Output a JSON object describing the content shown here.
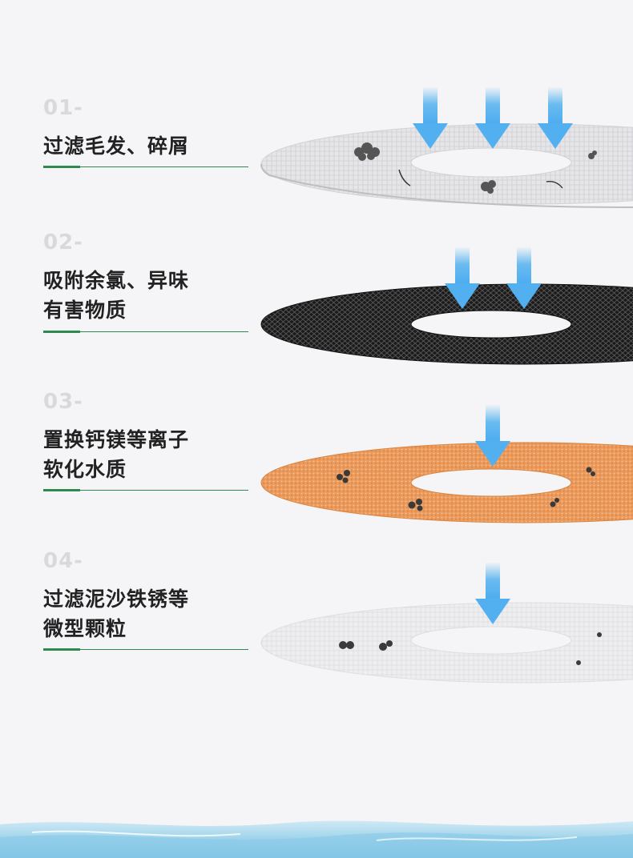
{
  "steps": [
    {
      "num": "01-",
      "lines": [
        "过滤毛发、碎屑"
      ]
    },
    {
      "num": "02-",
      "lines": [
        "吸附余氯、异味",
        "有害物质"
      ]
    },
    {
      "num": "03-",
      "lines": [
        "置换钙镁等离子",
        "软化水质"
      ]
    },
    {
      "num": "04-",
      "lines": [
        "过滤泥沙铁锈等",
        "微型颗粒"
      ]
    }
  ],
  "colors": {
    "rule": "#2e8a4e",
    "arrow": "#5ab4ef",
    "filter1": "#e4e4e6",
    "filter2": "#1c1c1c",
    "filter3": "#e9975a",
    "filter4": "#ececee"
  }
}
